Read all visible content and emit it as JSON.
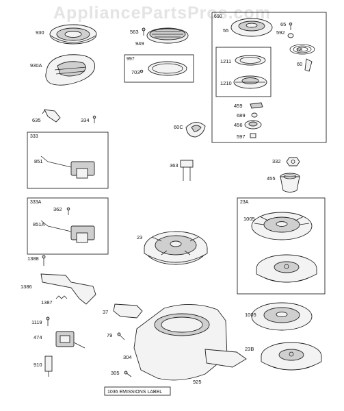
{
  "watermark": "AppliancePartsPros.com",
  "labels": {
    "p930": "930",
    "p930a": "930A",
    "p563": "563",
    "p949": "949",
    "p997": "997",
    "p703": "703",
    "p690": "690",
    "p65": "65",
    "p55": "55",
    "p592": "592",
    "p58": "58",
    "p60": "60",
    "p1211": "1211",
    "p1210": "1210",
    "p459": "459",
    "p689": "689",
    "p456": "456",
    "p597": "597",
    "p635": "635",
    "p334": "334",
    "p60c": "60C",
    "p333": "333",
    "p851": "851",
    "p363": "363",
    "p332": "332",
    "p455": "455",
    "p333a": "333A",
    "p362": "362",
    "p851a": "851A",
    "p23": "23",
    "p23a": "23A",
    "p1005a": "1005",
    "p1388": "1388",
    "p1386": "1386",
    "p1387": "1387",
    "p1119": "1119",
    "p474": "474",
    "p910": "910",
    "p37": "37",
    "p79": "79",
    "p304": "304",
    "p305": "305",
    "p925": "925",
    "p1005b": "1005",
    "p23b": "23B",
    "p1036": "1036 EMISSIONS LABEL"
  }
}
